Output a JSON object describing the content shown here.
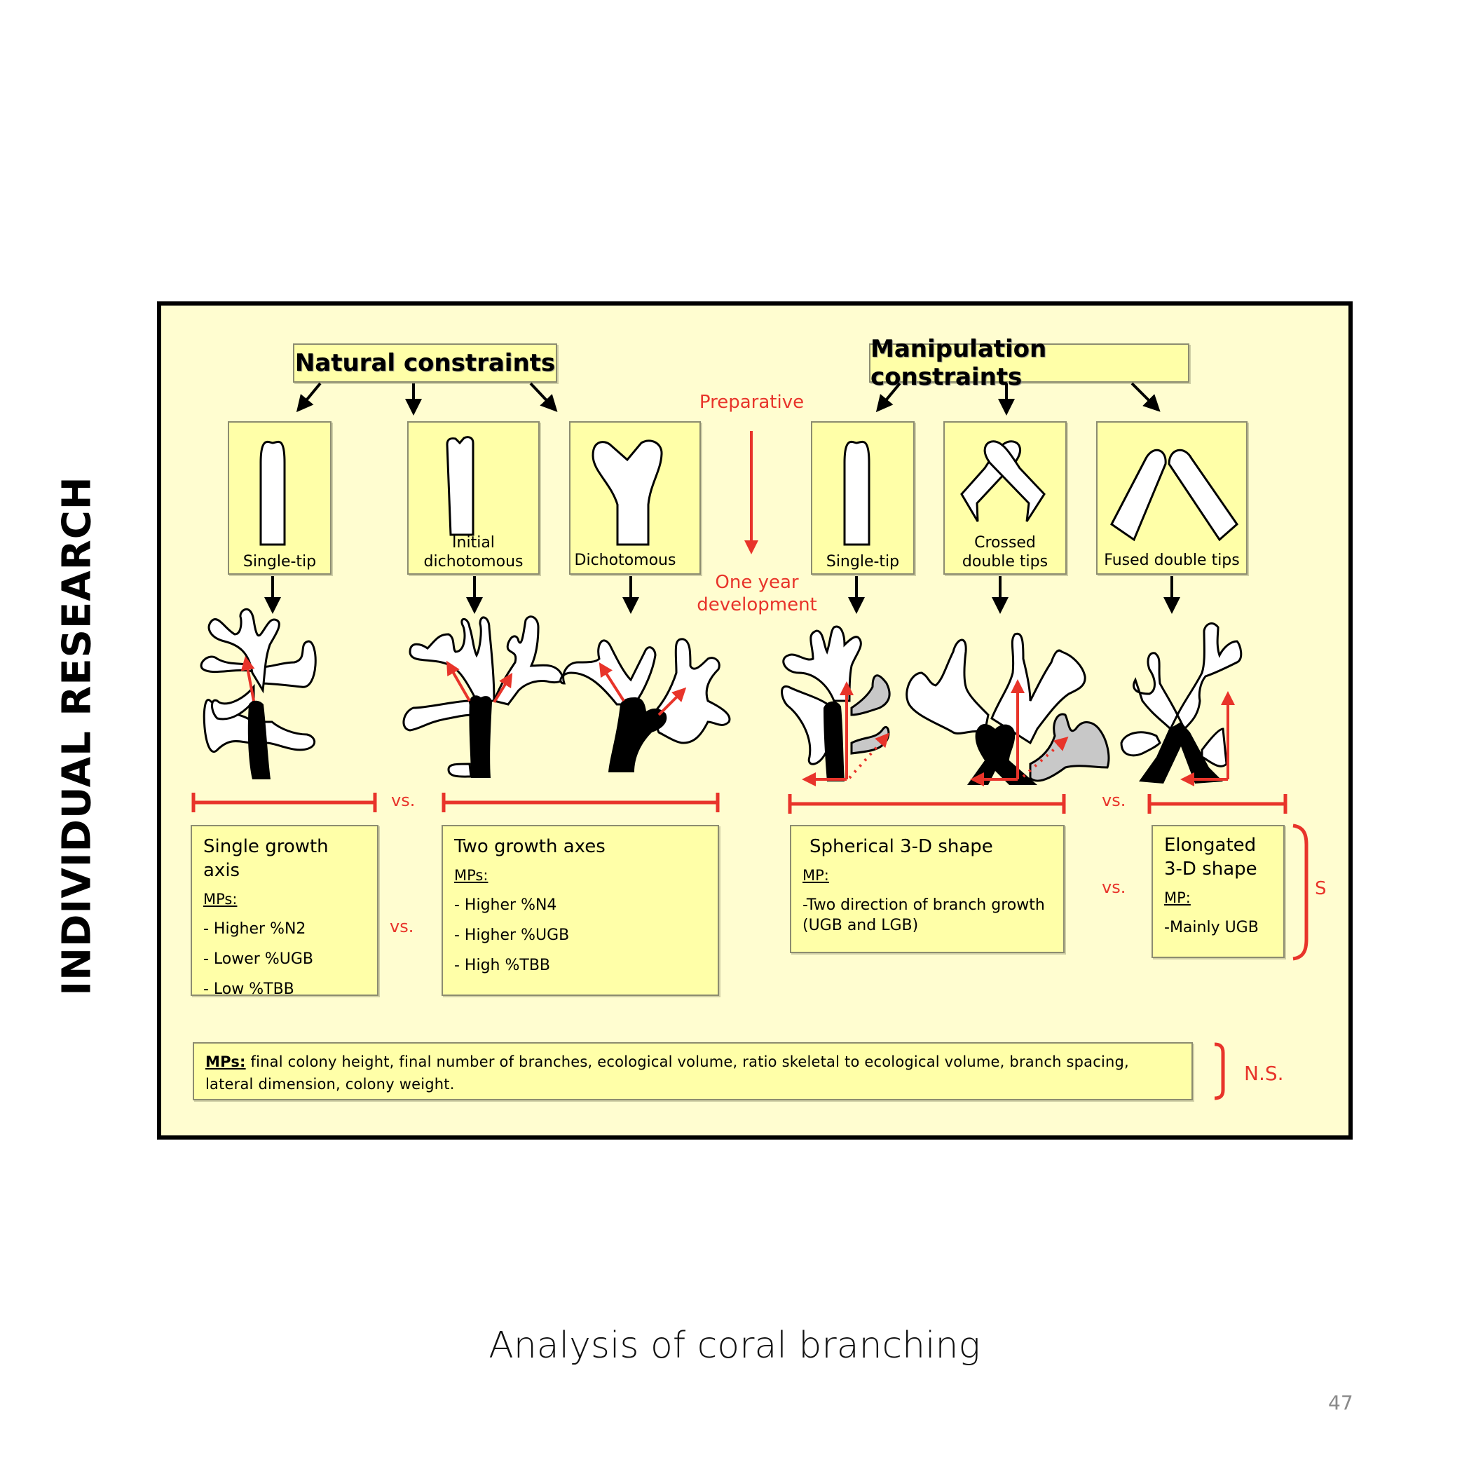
{
  "side_title": "INDIVIDUAL RESEARCH",
  "caption": "Analysis of coral branching",
  "page_number": "47",
  "colors": {
    "frame_bg": "#fffdd0",
    "box_fill": "#ffffa8",
    "accent_red": "#e8342a",
    "outline": "#000000",
    "grey_branch": "#c8c8c8"
  },
  "headers": {
    "natural": "Natural constraints",
    "manipulation": "Manipulation constraints"
  },
  "timeline": {
    "top": "Preparative",
    "bottom_line1": "One year",
    "bottom_line2": "development"
  },
  "shapes": [
    {
      "group": "natural",
      "label": [
        "Single-tip"
      ]
    },
    {
      "group": "natural",
      "label": [
        "Initial",
        "dichotomous"
      ]
    },
    {
      "group": "natural",
      "label": [
        "Dichotomous"
      ]
    },
    {
      "group": "manipulation",
      "label": [
        "Single-tip"
      ]
    },
    {
      "group": "manipulation",
      "label": [
        "Crossed",
        "double tips"
      ]
    },
    {
      "group": "manipulation",
      "label": [
        "Fused double tips"
      ]
    }
  ],
  "vs_label": "vs.",
  "results": [
    {
      "title": "Single growth axis",
      "mp_label": "MPs:",
      "items": [
        "- Higher %N2",
        "- Lower %UGB",
        "- Low %TBB"
      ]
    },
    {
      "title": "Two growth axes",
      "mp_label": "MPs:",
      "items": [
        "- Higher %N4",
        "- Higher %UGB",
        "- High %TBB"
      ]
    },
    {
      "title": "Spherical 3-D shape",
      "mp_label": "MP:",
      "items": [
        "-Two direction of branch growth",
        "(UGB and LGB)"
      ]
    },
    {
      "title_line1": "Elongated",
      "title_line2": "3-D shape",
      "mp_label": "MP:",
      "items": [
        "-Mainly UGB"
      ]
    }
  ],
  "significance": {
    "significant": "S",
    "not_significant": "N.S."
  },
  "mp_bar": {
    "label": "MPs:",
    "text_line1": " final colony height, final number of branches, ecological volume, ratio skeletal to ecological volume, branch spacing,",
    "text_line2": "lateral dimension, colony weight."
  }
}
